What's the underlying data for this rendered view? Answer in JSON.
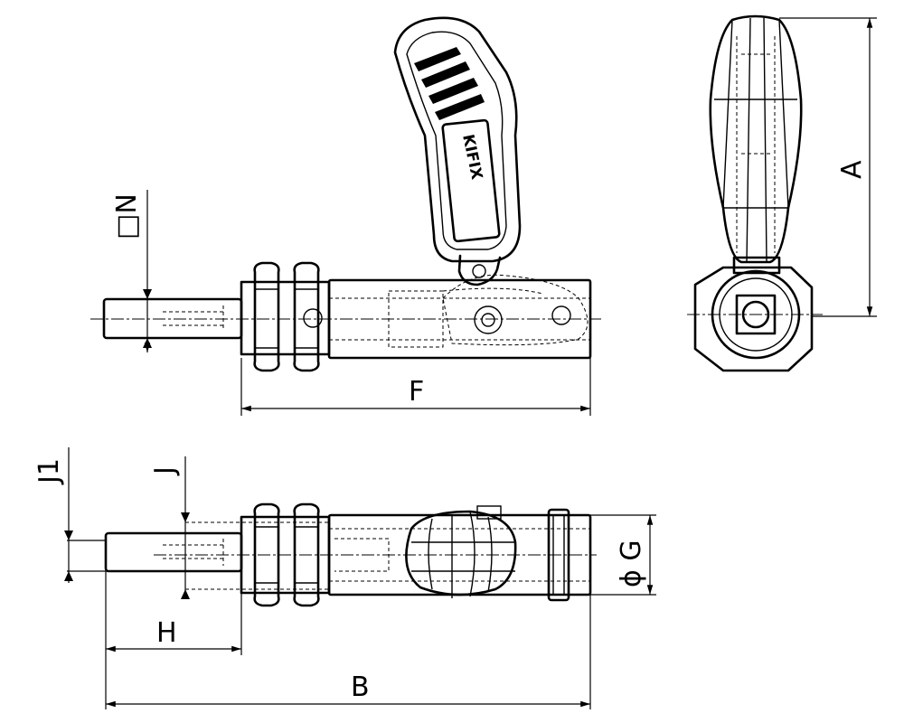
{
  "drawing": {
    "brand": "KIFIX",
    "dimensions": {
      "A": "A",
      "B": "B",
      "F": "F",
      "G": "ϕ G",
      "H": "H",
      "J": "J",
      "J1": "J1",
      "N": "□N"
    }
  }
}
